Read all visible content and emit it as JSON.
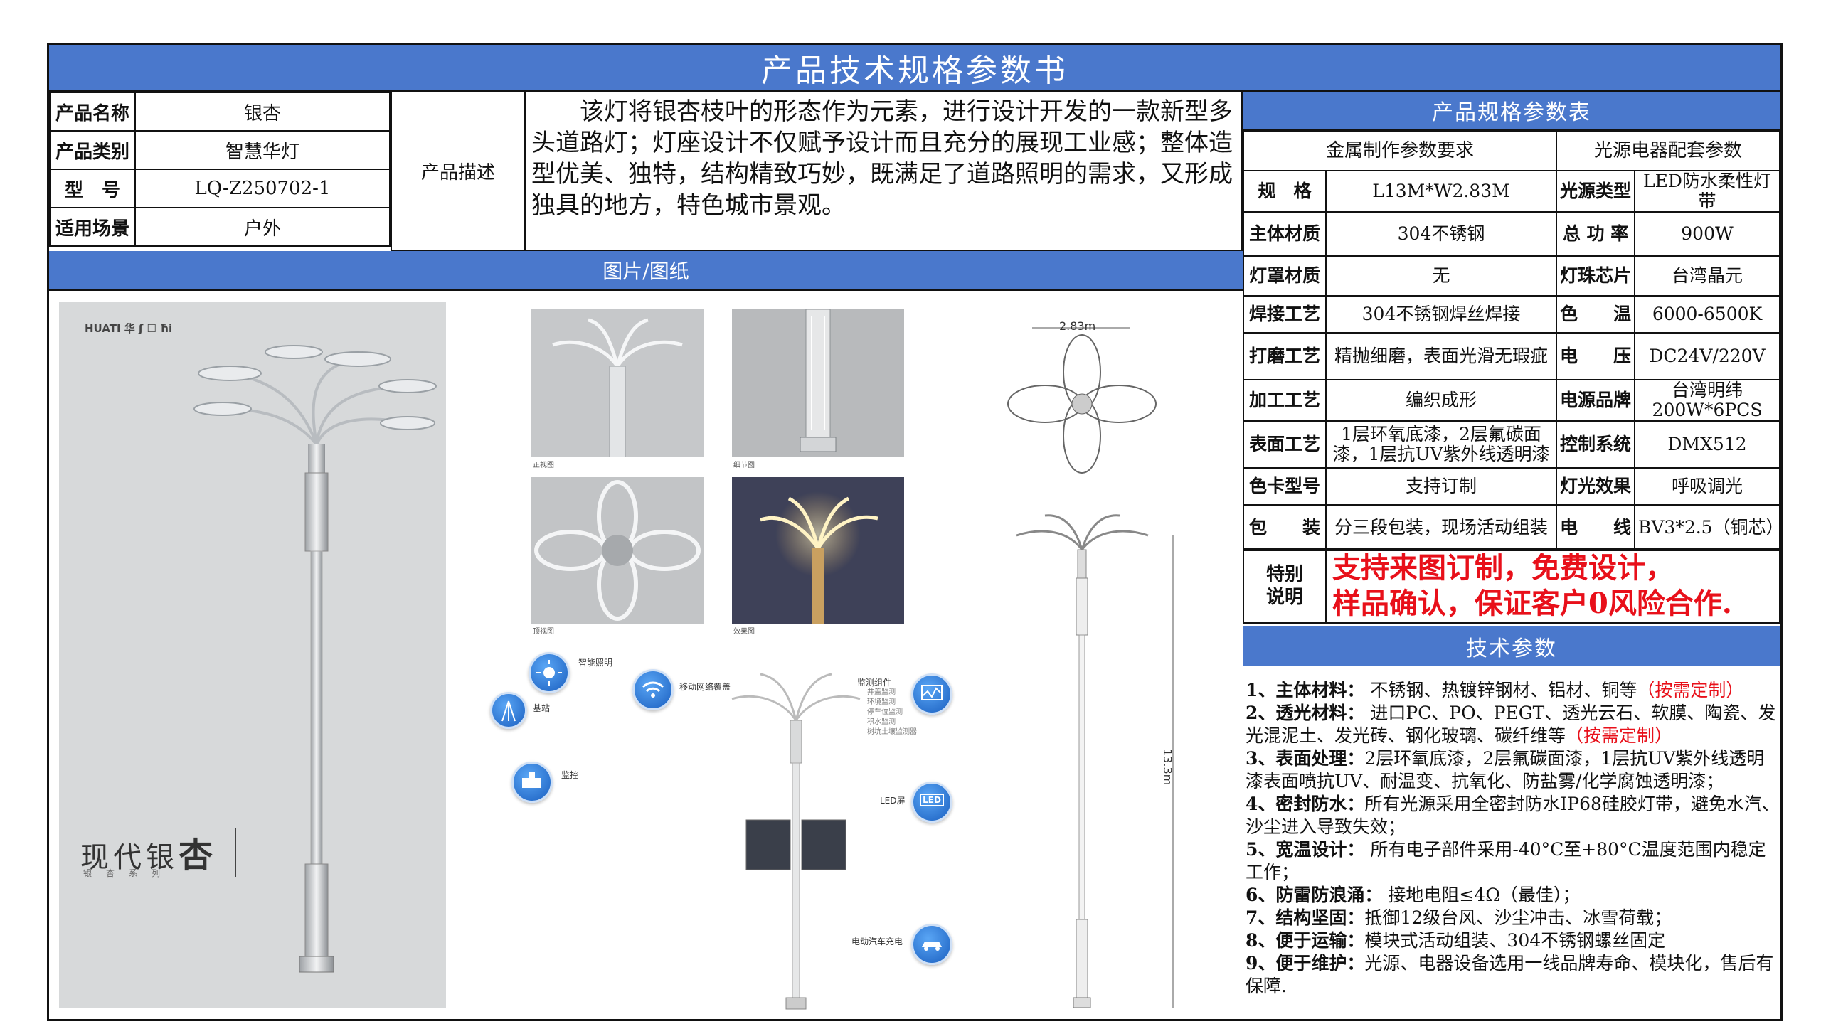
{
  "title": "产品技术规格参数书",
  "info": {
    "rows": [
      {
        "label": "产品名称",
        "value": "银杏"
      },
      {
        "label": "产品类别",
        "value": "智慧华灯"
      },
      {
        "label": "型　号",
        "value": "LQ-Z250702-1"
      },
      {
        "label": "适用场景",
        "value": "户外"
      }
    ],
    "desc_label": "产品描述",
    "desc_text": "该灯将银杏枝叶的形态作为元素，进行设计开发的一款新型多头道路灯；灯座设计不仅赋予设计而且充分的展现工业感；整体造型优美、独特，结构精致巧妙，既满足了道路照明的需求，又形成独具的地方，特色城市景观。"
  },
  "images_bar": "图片/图纸",
  "spec": {
    "header": "产品规格参数表",
    "col1": "金属制作参数要求",
    "col2": "光源电器配套参数",
    "rows": [
      {
        "k1": "规　格",
        "v1": "L13M*W2.83M",
        "k2": "光源类型",
        "v2": "LED防水柔性灯带"
      },
      {
        "k1": "主体材质",
        "v1": "304不锈钢",
        "k2": "总 功 率",
        "v2": "900W"
      },
      {
        "k1": "灯罩材质",
        "v1": "无",
        "k2": "灯珠芯片",
        "v2": "台湾晶元"
      },
      {
        "k1": "焊接工艺",
        "v1": "304不锈钢焊丝焊接",
        "k2": "色　　温",
        "v2": "6000-6500K"
      },
      {
        "k1": "打磨工艺",
        "v1": "精抛细磨，表面光滑无瑕疵",
        "k2": "电　　压",
        "v2": "DC24V/220V"
      },
      {
        "k1": "加工工艺",
        "v1": "编织成形",
        "k2": "电源品牌",
        "v2": "台湾明纬200W*6PCS"
      },
      {
        "k1": "表面工艺",
        "v1": "1层环氧底漆，2层氟碳面漆，1层抗UV紫外线透明漆",
        "k2": "控制系统",
        "v2": "DMX512"
      },
      {
        "k1": "色卡型号",
        "v1": "支持订制",
        "k2": "灯光效果",
        "v2": "呼吸调光"
      },
      {
        "k1": "包　　装",
        "v1": "分三段包装，现场活动组装",
        "k2": "电　　线",
        "v2": "BV3*2.5（铜芯）"
      }
    ]
  },
  "special": {
    "label_1": "特别",
    "label_2": "说明",
    "line1": "支持来图订制，免费设计，",
    "line2": "样品确认，保证客户0风险合作."
  },
  "tech": {
    "header": "技术参数",
    "items": [
      {
        "head": "1、主体材料：",
        "body": " 不锈钢、热镀锌钢材、铝材、铜等",
        "red": "（按需定制）"
      },
      {
        "head": "2、透光材料：",
        "body": " 进口PC、PO、PEGT、透光云石、软膜、陶瓷、发光混泥土、发光砖、钢化玻璃、碳纤维等",
        "red": "（按需定制）"
      },
      {
        "head": "3、表面处理：",
        "body": "2层环氧底漆，2层氟碳面漆，1层抗UV紫外线透明漆表面喷抗UV、耐温变、抗氧化、防盐雾/化学腐蚀透明漆；",
        "red": ""
      },
      {
        "head": "4、密封防水：",
        "body": "所有光源采用全密封防水IP68硅胶灯带，避免水汽、沙尘进入导致失效；",
        "red": ""
      },
      {
        "head": "5、宽温设计：",
        "body": " 所有电子部件采用-40°C至+80°C温度范围内稳定工作；",
        "red": ""
      },
      {
        "head": "6、防雷防浪涌：",
        "body": " 接地电阻≤4Ω（最佳）；",
        "red": ""
      },
      {
        "head": "7、结构坚固：",
        "body": "抵御12级台风、沙尘冲击、冰雪荷载；",
        "red": ""
      },
      {
        "head": "8、便于运输：",
        "body": "模块式活动组装、304不锈钢螺丝固定",
        "red": ""
      },
      {
        "head": "9、便于维护：",
        "body": "光源、电器设备选用一线品牌寿命、模块化，售后有保障.",
        "red": ""
      }
    ]
  },
  "poster": {
    "brand": "HUATI 华 ʃ ☐ ħi",
    "title_main": "现代银",
    "title_big": "杏",
    "subtitle": "银　杏　系　列"
  },
  "drawings": {
    "cap_front": "正视图",
    "cap_detail": "细节图",
    "cap_top": "顶视图",
    "cap_effect": "效果图",
    "width_dim": "2.83m",
    "height_dim": "13.3m"
  },
  "smart": {
    "lighting": "智能照明",
    "network": "移动网络覆盖",
    "base_station": "基站",
    "monitor": "监控",
    "sensor": "监测组件",
    "sensor_items": [
      "井盖监测",
      "环境监测",
      "停车位监测",
      "积水监测",
      "树坑土壤监测器"
    ],
    "led_screen": "LED屏",
    "ev_charge": "电动汽车充电",
    "led_icon": "LED"
  }
}
